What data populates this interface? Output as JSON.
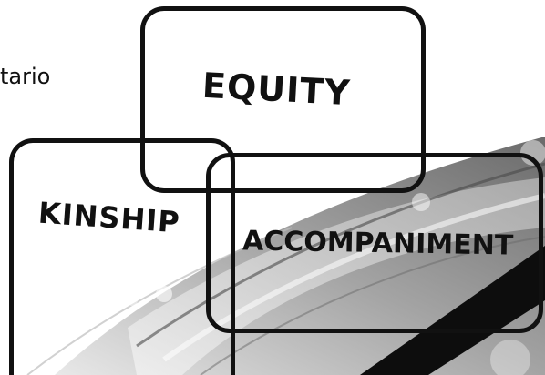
{
  "diagram": {
    "partial_text": "tario",
    "circles": [
      {
        "label": "EQUITY"
      },
      {
        "label": "KINSHIP"
      },
      {
        "label": "ACCOMPANIMENT"
      }
    ]
  },
  "colors": {
    "outline": "#111111",
    "background": "#ffffff",
    "brush_dark": "#3a3a3a",
    "brush_mid": "#8a8a8a",
    "brush_light": "#c9c9c9"
  }
}
